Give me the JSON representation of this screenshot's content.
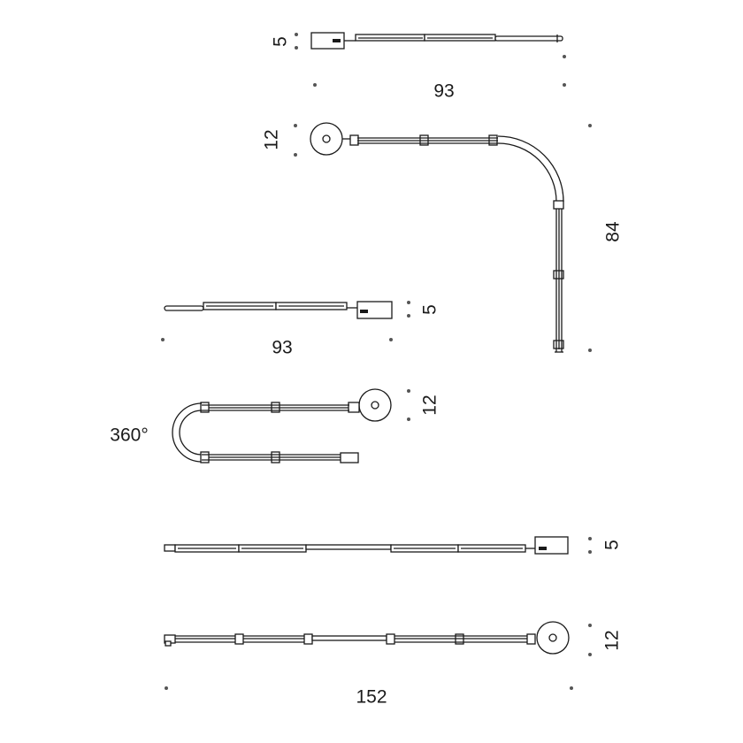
{
  "dimensions": {
    "top_height": "5",
    "top_width": "93",
    "corner_height": "12",
    "corner_drop": "84",
    "left_height": "5",
    "left_width": "93",
    "loop_height": "12",
    "loop_angle": "360°",
    "long_height": "5",
    "long_bottom_height": "12",
    "long_width": "152"
  },
  "colors": {
    "ink": "#1a1a1a",
    "guide_dot": "#555555",
    "background": "#ffffff"
  }
}
